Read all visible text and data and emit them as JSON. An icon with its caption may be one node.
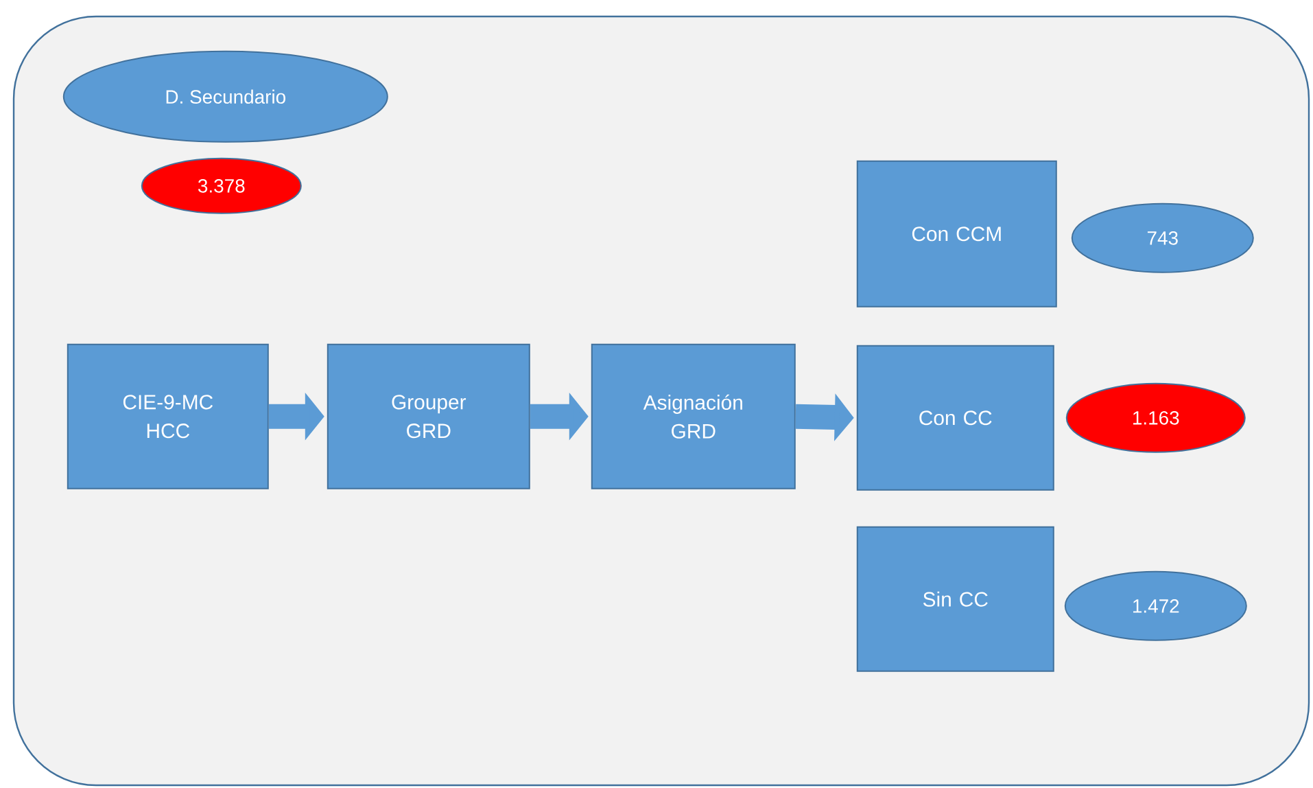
{
  "diagram": {
    "nodes": [
      {
        "text": [],
        "shape": "box"
      },
      {
        "text": [
          "D. Secundario"
        ],
        "in": 0
      },
      {
        "text": [
          "3.378"
        ],
        "in": 0
      },
      {
        "text": [
          "CIE-9-MC HCC"
        ],
        "in": 0
      },
      {
        "text": [
          "Grouper GRD"
        ],
        "in": 0
      },
      {
        "text": [
          "Asignación GRD"
        ],
        "in": 0
      },
      {
        "text": [
          "Con CCM"
        ],
        "in": 0
      },
      {
        "text": [
          "743"
        ],
        "in": 0
      },
      {
        "text": [
          "Con CC"
        ],
        "in": 0
      },
      {
        "text": [
          "1.163"
        ],
        "in": 0
      },
      {
        "text": [
          "Sin CC"
        ],
        "in": 0
      },
      {
        "text": [
          "1.472"
        ],
        "in": 0
      }
    ],
    "edges": [
      {
        "from": 3,
        "to": 4,
        "arrow": "to"
      },
      {
        "from": 4,
        "to": 5,
        "arrow": "to"
      },
      {
        "from": 5,
        "to": 8,
        "arrow": "to"
      }
    ]
  }
}
